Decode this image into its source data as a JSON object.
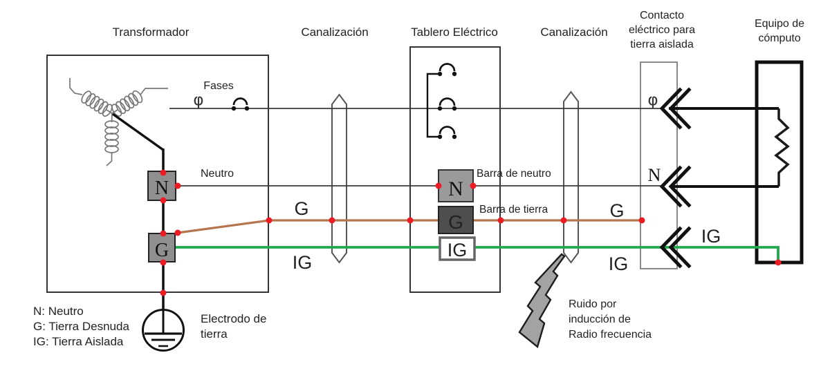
{
  "diagram": {
    "titles": {
      "transformer": "Transformador",
      "conduit_left": "Canalización",
      "panel": "Tablero Eléctrico",
      "conduit_right": "Canalización",
      "contact": [
        "Contacto",
        "eléctrico para",
        "tierra aislada"
      ],
      "equipment": [
        "Equipo de",
        "cómputo"
      ]
    },
    "labels": {
      "fases": "Fases",
      "phi": "φ",
      "neutro": "Neutro",
      "barra_neutro": "Barra de neutro",
      "barra_tierra": "Barra de tierra",
      "g": "G",
      "ig": "IG",
      "electrodo": [
        "Electrodo de",
        "tierra"
      ],
      "ruido": [
        "Ruido por",
        "inducción de",
        "Radio frecuencia"
      ],
      "contact_phi": "φ",
      "contact_n": "N"
    },
    "nodes": {
      "transformer_n": "N",
      "transformer_g": "G",
      "panel_n": "N",
      "panel_g": "G",
      "panel_ig": "IG"
    },
    "legend": [
      "N: Neutro",
      "G: Tierra Desnuda",
      "IG: Tierra Aislada"
    ],
    "colors": {
      "bare_ground": "#b5764f",
      "isolated_ground": "#21a94d",
      "connection_dot": "#ec1c24"
    }
  }
}
